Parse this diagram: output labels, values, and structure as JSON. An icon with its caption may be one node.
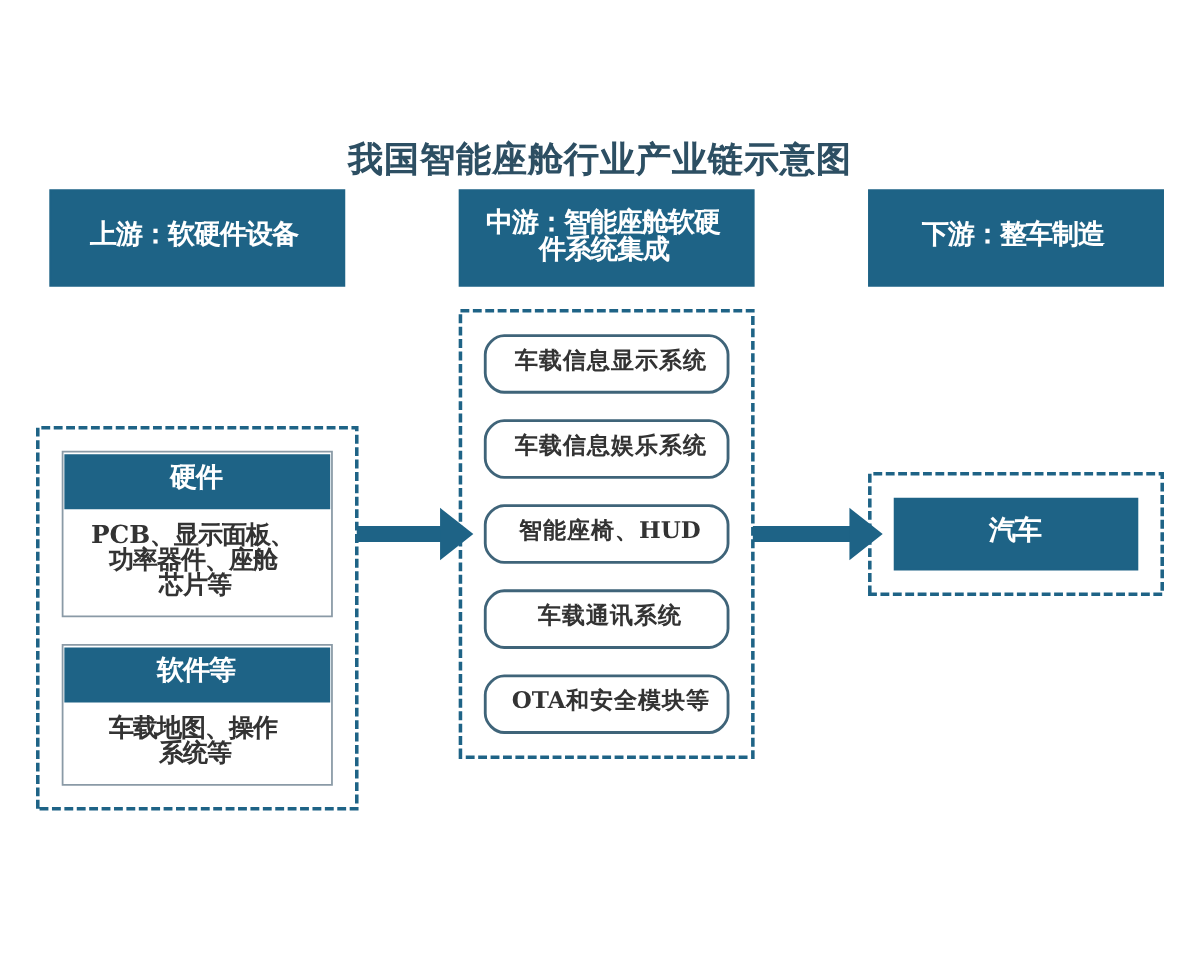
{
  "diagram": {
    "title": "我国智能座舱行业产业链示意图",
    "nodes": [
      {
        "text": [
          "上游：软硬件设备"
        ]
      },
      {
        "text": [
          "中游：智能座舱软硬件系统集成"
        ]
      },
      {
        "text": [
          "下游：整车制造"
        ]
      },
      {
        "text": [],
        "shape": "box"
      },
      {
        "text": [
          "硬件",
          "PCB、显示面板、功率器件、座舱芯片等"
        ],
        "in": 3
      },
      {
        "text": [
          "软件等",
          "车载地图、操作系统等"
        ],
        "in": 3
      },
      {
        "text": [],
        "shape": "box"
      },
      {
        "text": [
          "车载信息显示系统"
        ],
        "in": 6
      },
      {
        "text": [
          "车载信息娱乐系统"
        ],
        "in": 6
      },
      {
        "text": [
          "智能座椅、HUD"
        ],
        "in": 6
      },
      {
        "text": [
          "车载通讯系统"
        ],
        "in": 6
      },
      {
        "text": [
          "OTA和安全模块等"
        ],
        "in": 6
      },
      {
        "text": [],
        "shape": "box"
      },
      {
        "text": [
          "汽车"
        ],
        "in": 12
      }
    ],
    "edges": [
      {
        "from": 3,
        "to": 6,
        "arrow": "to"
      },
      {
        "from": 6,
        "to": 12,
        "arrow": "to"
      }
    ]
  }
}
